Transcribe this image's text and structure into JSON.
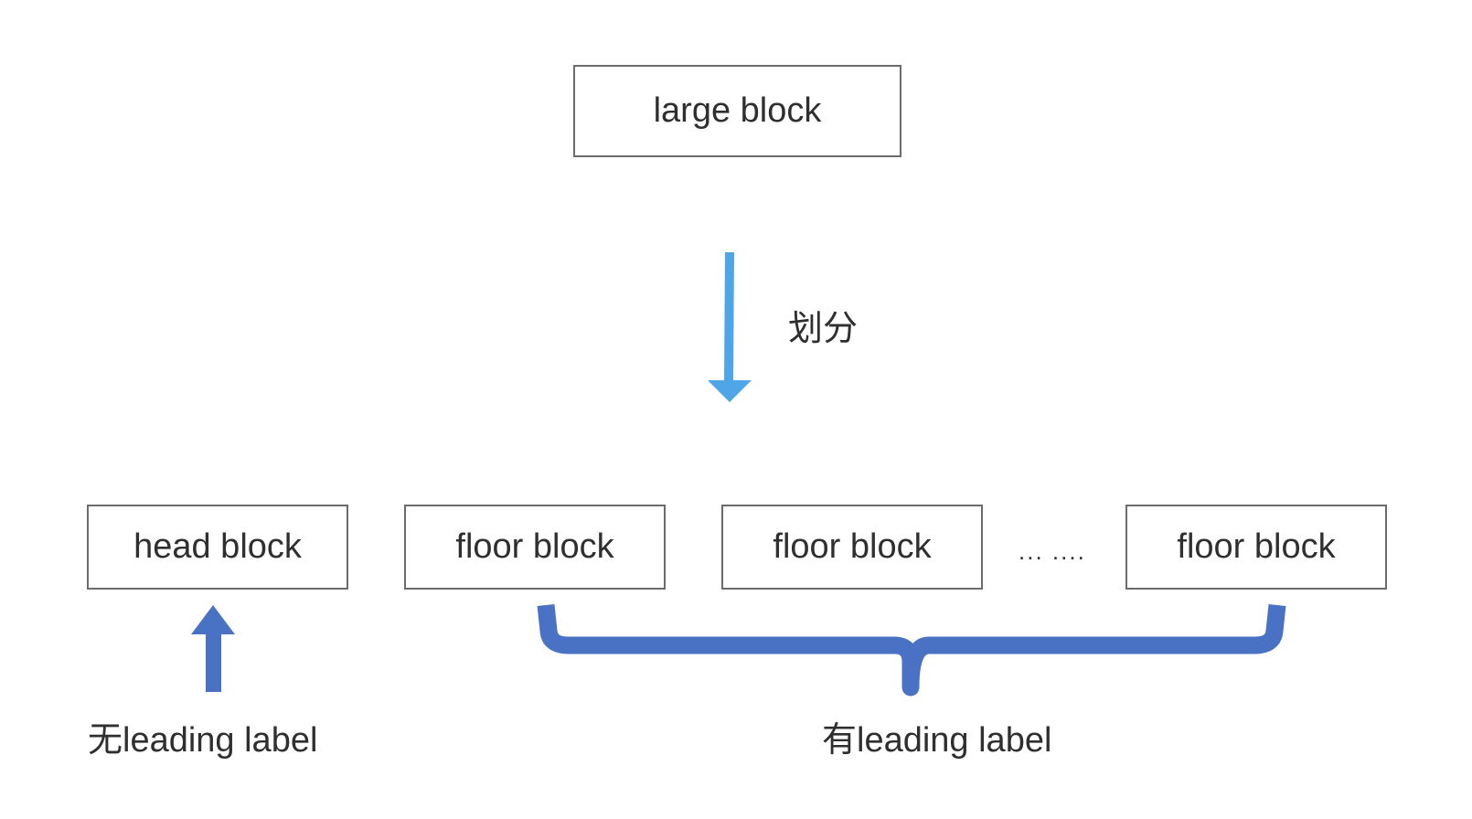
{
  "diagram": {
    "top_block": {
      "label": "large block"
    },
    "split_label": "划分",
    "blocks": [
      {
        "label": "head block"
      },
      {
        "label": "floor block"
      },
      {
        "label": "floor block"
      },
      {
        "label": "floor block"
      }
    ],
    "ellipsis": "... ....",
    "left_caption": "无leading label",
    "right_caption": "有leading label",
    "colors": {
      "split_arrow": "#4ea6e8",
      "caption_arrow": "#4a72c4",
      "box_border": "#6b6b6b"
    }
  }
}
